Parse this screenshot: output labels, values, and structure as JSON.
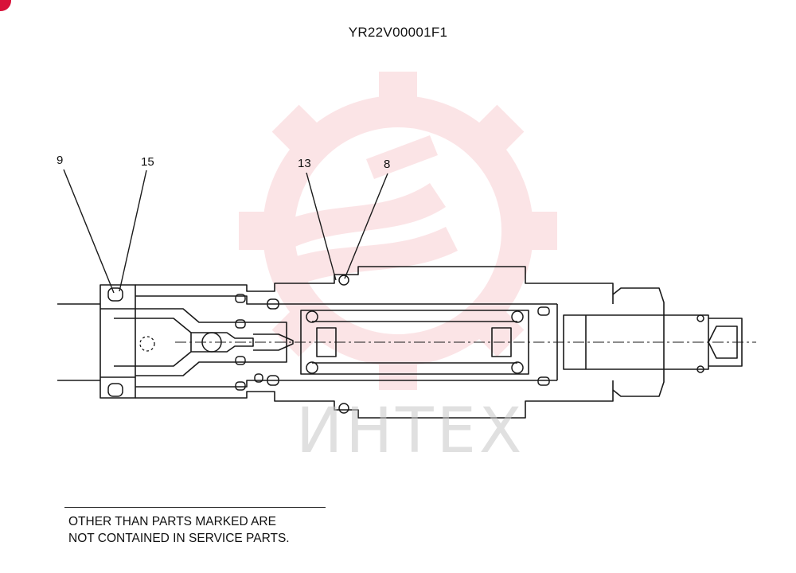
{
  "drawing": {
    "code": "YR22V00001F1"
  },
  "callouts": [
    {
      "label": "9"
    },
    {
      "label": "15"
    },
    {
      "label": "13"
    },
    {
      "label": "8"
    }
  ],
  "footnote": {
    "line1": "OTHER THAN PARTS MARKED ARE",
    "line2": "NOT CONTAINED IN SERVICE PARTS."
  },
  "watermark": {
    "text": "ИНТЕХ",
    "color": "#f4a0a8"
  },
  "colors": {
    "line": "#1a1a1a",
    "badge": "#d8123a"
  }
}
